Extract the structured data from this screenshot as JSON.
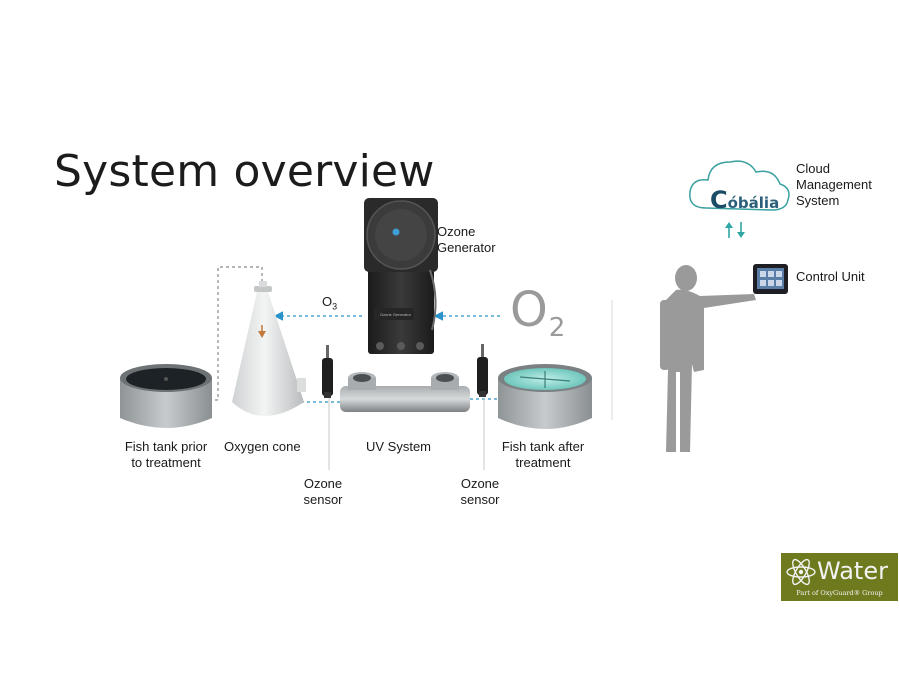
{
  "title": "System overview",
  "labels": {
    "ozone_generator": [
      "Ozone",
      "Generator"
    ],
    "o3_base": "O",
    "o3_sub": "3",
    "o2_base": "O",
    "o2_sub": "2",
    "fish_tank_prior": [
      "Fish tank prior",
      "to treatment"
    ],
    "oxygen_cone": "Oxygen cone",
    "uv_system": "UV System",
    "fish_tank_after": [
      "Fish tank after",
      "treatment"
    ],
    "ozone_sensor_left": [
      "Ozone",
      "sensor"
    ],
    "ozone_sensor_right": [
      "Ozone",
      "sensor"
    ],
    "cloud_management": [
      "Cloud",
      "Management",
      "System"
    ],
    "control_unit": "Control Unit"
  },
  "cloud_logo": {
    "prefix": "C",
    "text": "óbália"
  },
  "brand_logo": {
    "word": "Water",
    "tagline": "Part of OxyGuard® Group"
  },
  "colors": {
    "arrow_blue": "#2a93c9",
    "cone_arrow": "#c0793a",
    "logo_bg": "#6e7a1d",
    "o2_gray": "#9a9a9a"
  },
  "icons": [
    "ozone-generator-unit",
    "oxygen-cone",
    "uv-system-pipe",
    "fish-tank",
    "ozone-sensor-probe",
    "cloud-icon",
    "control-unit-screen",
    "person-silhouette",
    "atom-icon",
    "updown-arrows-icon"
  ]
}
